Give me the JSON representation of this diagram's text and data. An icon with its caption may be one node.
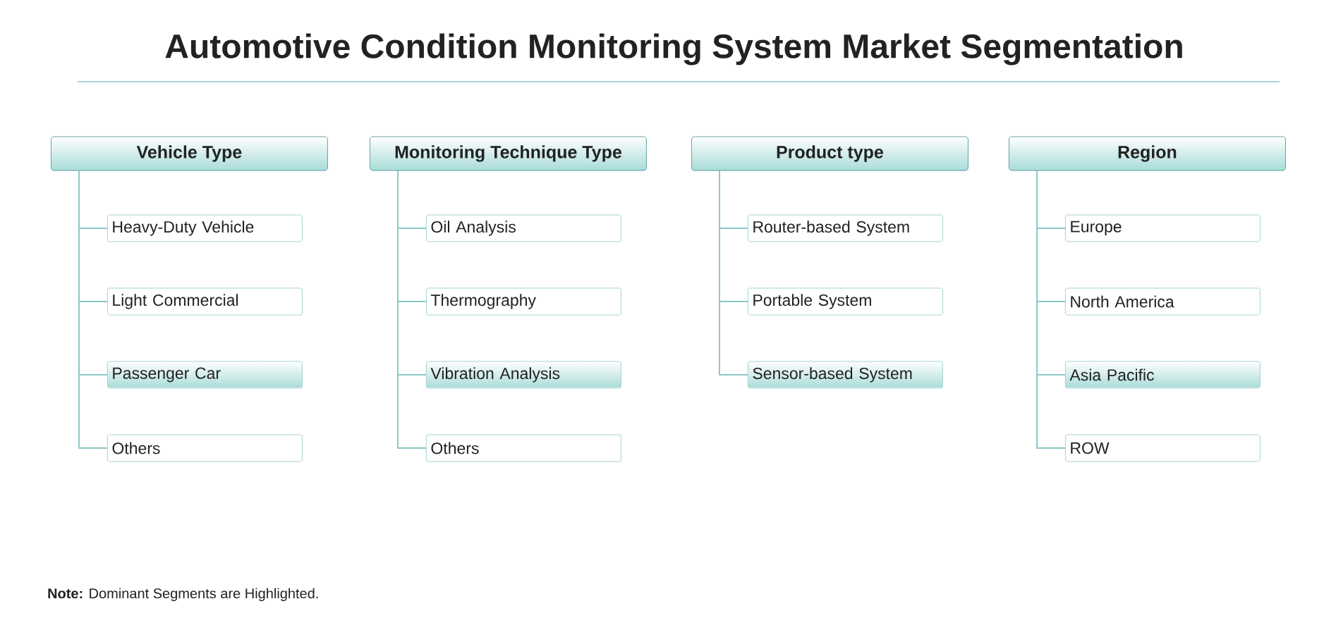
{
  "diagram": {
    "title": "Automotive Condition Monitoring System Market Segmentation",
    "nodes": [
      {
        "text": [
          "Vehicle Type"
        ]
      },
      {
        "text": [
          "Heavy-Duty Vehicle"
        ]
      },
      {
        "text": [
          "Light Commercial"
        ]
      },
      {
        "text": [
          "Passenger Car"
        ]
      },
      {
        "text": [
          "Others"
        ]
      },
      {
        "text": [
          "Monitoring Technique Type"
        ]
      },
      {
        "text": [
          "Oil Analysis"
        ]
      },
      {
        "text": [
          "Thermography"
        ]
      },
      {
        "text": [
          "Vibration Analysis"
        ]
      },
      {
        "text": [
          "Others"
        ]
      },
      {
        "text": [
          "Product type"
        ]
      },
      {
        "text": [
          "Router-based System"
        ]
      },
      {
        "text": [
          "Portable System"
        ]
      },
      {
        "text": [
          "Sensor-based System"
        ]
      },
      {
        "text": [
          "Region"
        ]
      },
      {
        "text": [
          "Europe"
        ]
      },
      {
        "text": [
          "North America"
        ]
      },
      {
        "text": [
          "Asia Pacific"
        ]
      },
      {
        "text": [
          "ROW"
        ]
      }
    ],
    "edges": [
      {
        "from": 0,
        "to": 1,
        "arrow": "none"
      },
      {
        "from": 0,
        "to": 2,
        "arrow": "none"
      },
      {
        "from": 0,
        "to": 3,
        "arrow": "none"
      },
      {
        "from": 0,
        "to": 4,
        "arrow": "none"
      },
      {
        "from": 5,
        "to": 6,
        "arrow": "none"
      },
      {
        "from": 5,
        "to": 7,
        "arrow": "none"
      },
      {
        "from": 5,
        "to": 8,
        "arrow": "none"
      },
      {
        "from": 5,
        "to": 9,
        "arrow": "none"
      },
      {
        "from": 10,
        "to": 11,
        "arrow": "none"
      },
      {
        "from": 10,
        "to": 12,
        "arrow": "none"
      },
      {
        "from": 10,
        "to": 13,
        "arrow": "none"
      },
      {
        "from": 14,
        "to": 15,
        "arrow": "none"
      },
      {
        "from": 14,
        "to": 16,
        "arrow": "none"
      },
      {
        "from": 14,
        "to": 17,
        "arrow": "none"
      },
      {
        "from": 14,
        "to": 18,
        "arrow": "none"
      }
    ],
    "labels": [
      "**Note:** Dominant Segments are Highlighted."
    ]
  }
}
